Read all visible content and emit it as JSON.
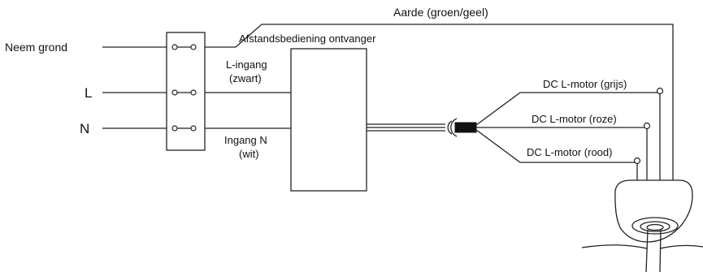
{
  "labels": {
    "earth": "Aarde (groen/geel)",
    "neem_grond": "Neem grond",
    "l": "L",
    "n": "N",
    "receiver": "Afstandsbediening ontvanger",
    "l_input_line1": "L-ingang",
    "l_input_line2": "(zwart)",
    "n_input_line1": "Ingang N",
    "n_input_line2": "(wit)",
    "motor_grey": "DC L-motor (grijs)",
    "motor_pink": "DC L-motor (roze)",
    "motor_red": "DC L-motor (rood)"
  },
  "colors": {
    "line": "#222222",
    "connector": "#111111"
  }
}
